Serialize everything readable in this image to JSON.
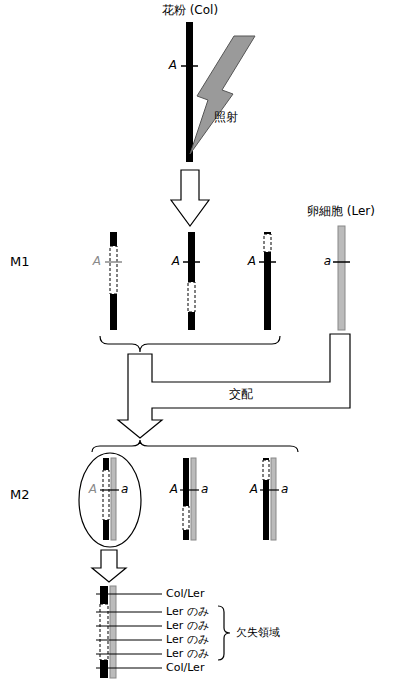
{
  "diagram": {
    "labels": [
      "花粉 (Col)",
      "A",
      "照射",
      "卵細胞 (Ler)",
      "a",
      "M1",
      "A",
      "A",
      "A",
      "交配",
      "M2",
      "A",
      "a",
      "A",
      "a",
      "A",
      "a",
      "Col/Ler",
      "Ler のみ",
      "Ler のみ",
      "Ler のみ",
      "Ler のみ",
      "欠失領域",
      "Col/Ler"
    ]
  }
}
